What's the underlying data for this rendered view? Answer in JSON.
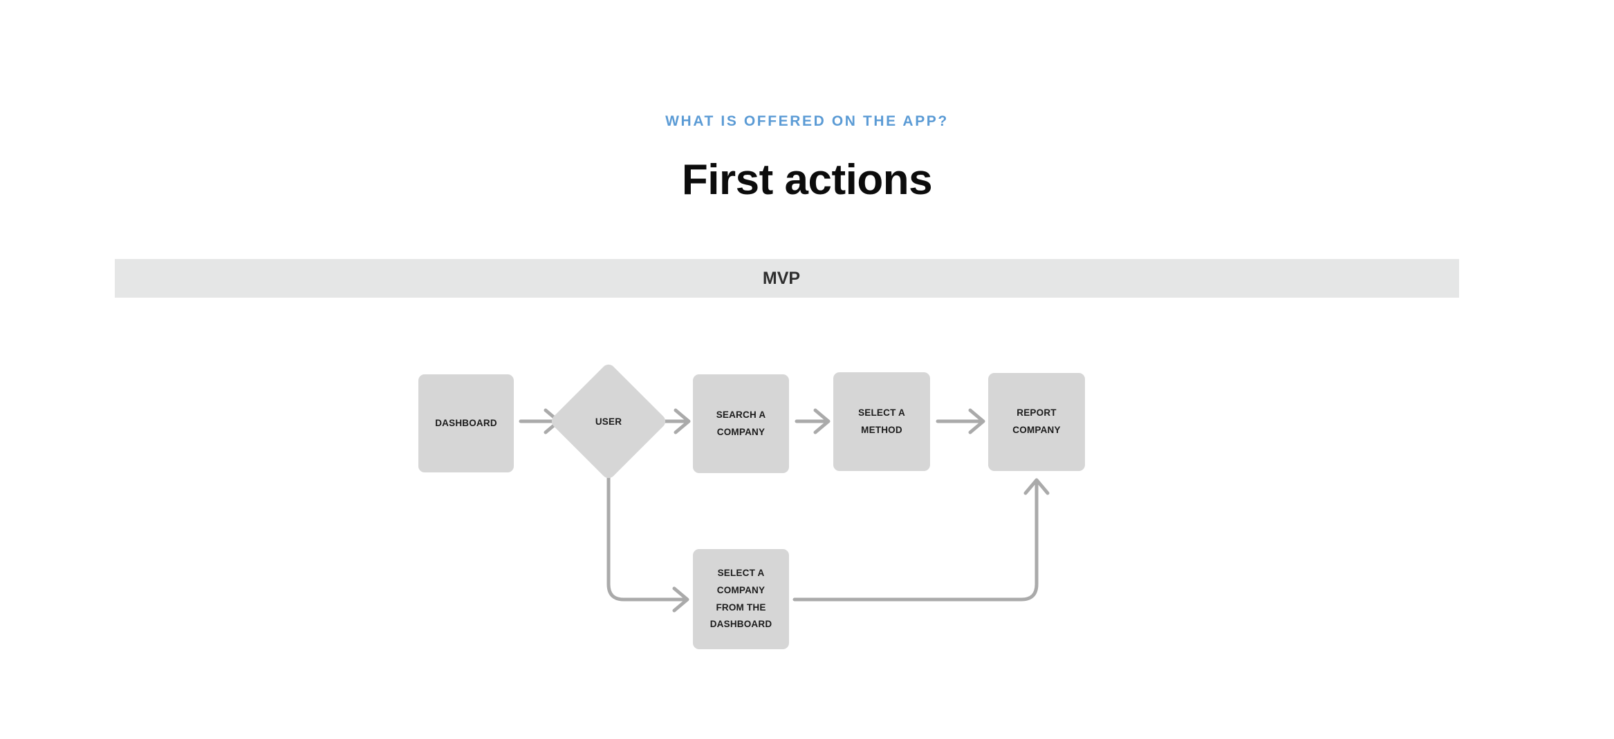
{
  "header": {
    "eyebrow": "WHAT IS OFFERED ON THE APP?",
    "title": "First actions"
  },
  "band": {
    "label": "MVP"
  },
  "colors": {
    "accent_blue": "#5b9bd5",
    "node_fill": "#d6d6d6",
    "band_fill": "#e5e6e6",
    "connector": "#aaaaaa",
    "title_text": "#0c0c0c",
    "node_text": "#1b1b1b",
    "background": "#ffffff"
  },
  "diagram": {
    "type": "flowchart",
    "nodes": [
      {
        "id": "dashboard",
        "label": "DASHBOARD",
        "shape": "rounded-rect"
      },
      {
        "id": "user",
        "label": "USER",
        "shape": "diamond"
      },
      {
        "id": "search",
        "label": "SEARCH A\nCOMPANY",
        "shape": "rounded-rect"
      },
      {
        "id": "method",
        "label": "SELECT A\nMETHOD",
        "shape": "rounded-rect"
      },
      {
        "id": "report",
        "label": "REPORT\nCOMPANY",
        "shape": "rounded-rect"
      },
      {
        "id": "select-dash",
        "label": "SELECT A\nCOMPANY\nFROM THE\nDASHBOARD",
        "shape": "rounded-rect"
      }
    ],
    "edges": [
      {
        "from": "dashboard",
        "to": "user",
        "style": "straight-arrow"
      },
      {
        "from": "user",
        "to": "search",
        "style": "straight-arrow"
      },
      {
        "from": "search",
        "to": "method",
        "style": "straight-arrow"
      },
      {
        "from": "method",
        "to": "report",
        "style": "straight-arrow"
      },
      {
        "from": "user",
        "to": "select-dash",
        "style": "elbow-arrow-down-right"
      },
      {
        "from": "select-dash",
        "to": "report",
        "style": "elbow-arrow-right-up"
      }
    ]
  }
}
